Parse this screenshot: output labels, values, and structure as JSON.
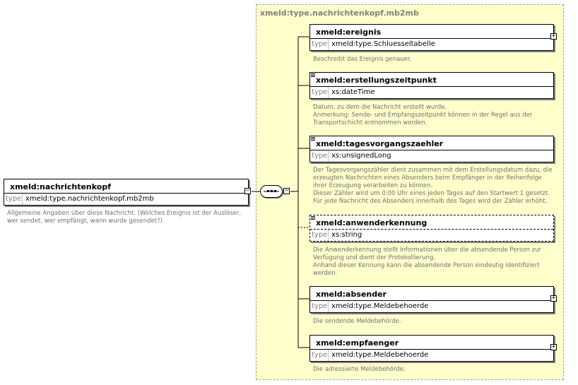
{
  "root": {
    "name": "xmeld:nachrichtenkopf",
    "type_key": "type",
    "type_value": "xmeld:type.nachrichtenkopf.mb2mb",
    "doc": "Allgemeine Angaben über diese Nachricht. (Welches Ereignis ist der Auslöser, wer sendet, wer empfängt, wann wurde gesendet?)",
    "collapse_glyph": "−"
  },
  "complex_type": {
    "name": "xmeld:type.nachrichtenkopf.mb2mb"
  },
  "compositor": {
    "icon": "sequence-icon",
    "collapse_glyph": "−"
  },
  "elements": [
    {
      "name": "xmeld:ereignis",
      "type_key": "type",
      "type_value": "xmeld:type.Schluesseltabelle",
      "doc": "Beschreibt das Ereignis genauer.",
      "expandable": true,
      "expand_glyph": "+"
    },
    {
      "name": "xmeld:erstellungszeitpunkt",
      "type_key": "type",
      "type_value": "xs:dateTime",
      "doc": "Datum, zu dem die Nachricht erstellt wurde.\nAnmerkung: Sende- und Empfangszeitpunkt können in der Regel aus der Transportschicht entnommen werden.",
      "expandable": false
    },
    {
      "name": "xmeld:tagesvorgangszaehler",
      "type_key": "type",
      "type_value": "xs:unsignedLong",
      "doc": "Der Tagesvorgangszähler dient zusammen mit dem Erstellungsdatum dazu, die erzeugten Nachrichten eines Absenders beim Empfänger in der Reihenfolge ihrer Erzeugung verarbeiten zu können.\nDieser Zähler wird um 0:00 Uhr eines jeden Tages auf den Startwert 1 gesetzt.\nFür jede Nachricht des Absenders innerhalb des Tages wird der Zähler erhöht.",
      "expandable": false
    },
    {
      "name": "xmeld:anwenderkennung",
      "type_key": "type",
      "type_value": "xs:string",
      "doc": "Die Anwenderkennung stellt Informationen über die absendende Person zur Verfügung und dient der Protokollierung.\nAnhand dieser Kennung kann die absendende Person eindeutig identifiziert werden.",
      "expandable": false,
      "optional": true
    },
    {
      "name": "xmeld:absender",
      "type_key": "type",
      "type_value": "xmeld:type.Meldebehoerde",
      "doc": "Die sendende Meldebehörde.",
      "expandable": true,
      "expand_glyph": "+"
    },
    {
      "name": "xmeld:empfaenger",
      "type_key": "type",
      "type_value": "xmeld:type.Meldebehoerde",
      "doc": "Die adressierte Meldebehörde.",
      "expandable": true,
      "expand_glyph": "+"
    }
  ]
}
